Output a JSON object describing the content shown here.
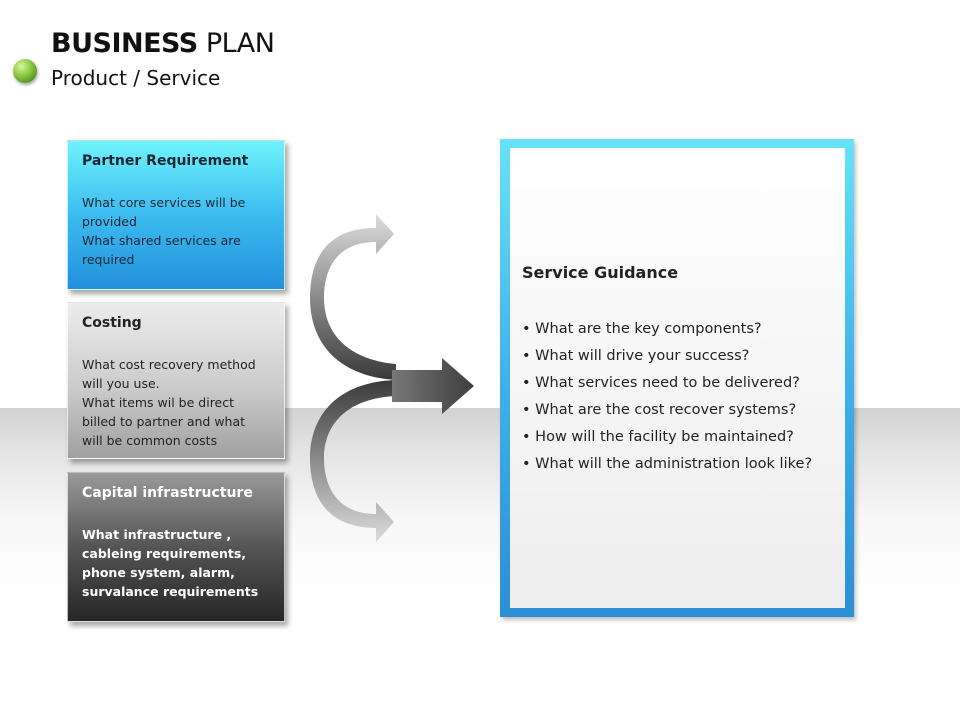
{
  "header": {
    "title_bold": "BUSINESS",
    "title_rest": "PLAN",
    "subtitle": "Product / Service"
  },
  "cards": [
    {
      "heading": "Partner Requirement",
      "lines": [
        "What core services will be",
        "provided",
        "What shared services are",
        "required"
      ]
    },
    {
      "heading": "Costing",
      "lines": [
        "What cost recovery method",
        "will you use.",
        "What items wil be direct",
        "billed to partner and what",
        "will be common costs"
      ]
    },
    {
      "heading": "Capital infrastructure",
      "lines": [
        "What infrastructure ,",
        "cableing requirements,",
        "phone system, alarm,",
        "survalance requirements"
      ]
    }
  ],
  "guidance": {
    "title": "Service Guidance",
    "items": [
      "What are the key components?",
      "What will drive your success?",
      "What services need to be delivered?",
      "What are the cost recover systems?",
      "How will the facility be maintained?",
      "What will the administration look like?"
    ]
  },
  "colors": {
    "partner": "#3cbbef",
    "costing": "#cbcbcb",
    "capital": "#555555",
    "guidance_frame": "#3fb2ea",
    "dot": "#8fcc45"
  }
}
